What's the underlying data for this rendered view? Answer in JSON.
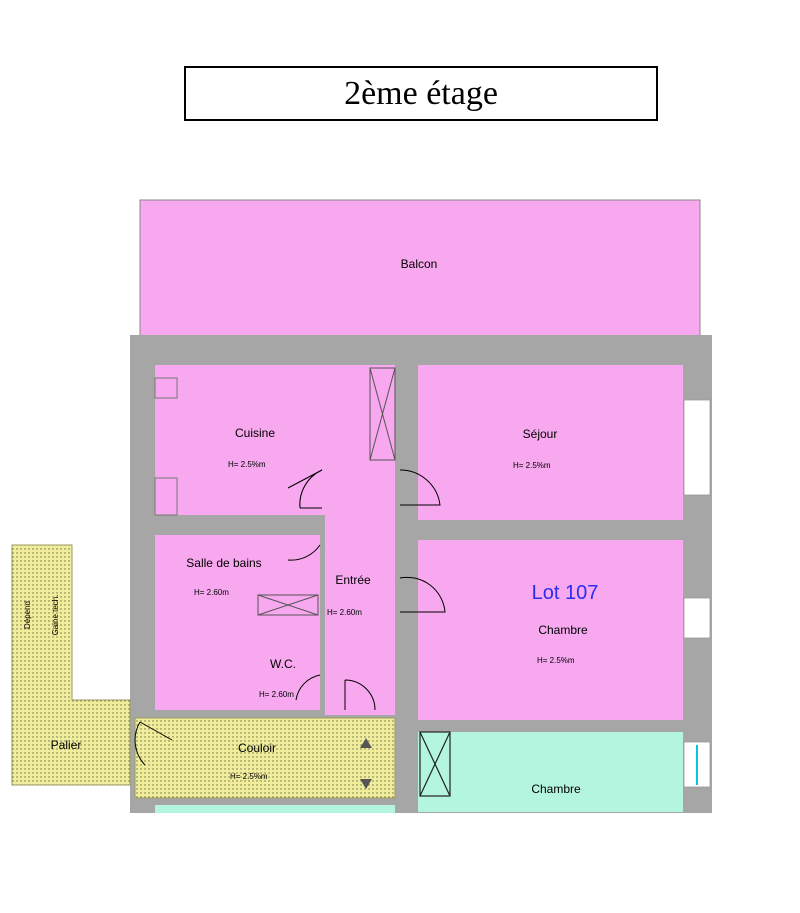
{
  "title": "2ème étage",
  "lot": {
    "label": "Lot 107",
    "color": "#2c2cf0"
  },
  "colors": {
    "lot_room": "#f7a8ee",
    "other_room": "#b4f5e0",
    "common_area": "#f0ee9c",
    "wall": "#a6a6a6"
  },
  "rooms": {
    "balcon": "Balcon",
    "cuisine": "Cuisine",
    "sejour": "Séjour",
    "salle_de_bains": "Salle de bains",
    "entree": "Entrée",
    "chambre_lot": "Chambre",
    "wc": "W.C.",
    "couloir": "Couloir",
    "palier": "Palier",
    "chambre_voisin": "Chambre",
    "gaine_1": "Dépend",
    "gaine_2": "Gaine tech."
  },
  "heights": {
    "cuisine": "H= 2.5%m",
    "sejour": "H= 2.5%m",
    "salle_de_bains": "H= 2.60m",
    "entree": "H= 2.60m",
    "chambre_lot": "H= 2.5%m",
    "wc": "H= 2.60m",
    "couloir": "H= 2.5%m"
  }
}
